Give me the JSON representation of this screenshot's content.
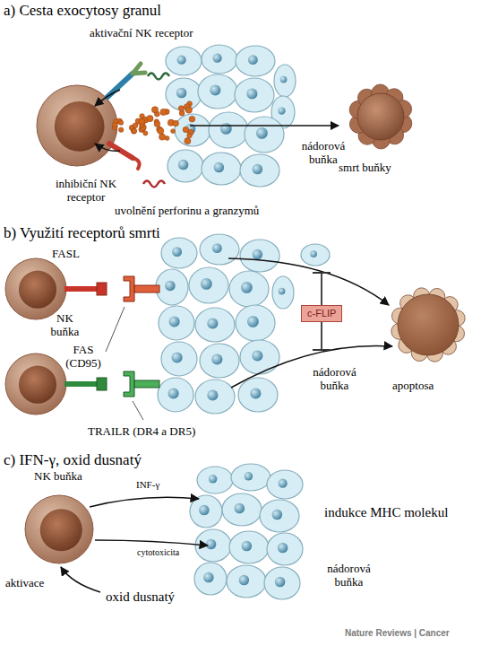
{
  "diagram": {
    "nodes": [
      {
        "text": [
          "c-FLIP"
        ]
      }
    ],
    "labels": [
      "a) Cesta exocytosy granul",
      "aktivační NK receptor",
      "inhibiční NK receptor",
      "uvolnění perforinu a granzymů",
      "nádorová buňka",
      "smrt buňky",
      "b) Využití receptorů smrti",
      "FASL",
      "NK buňka",
      "FAS (CD95)",
      "nádorová buňka",
      "apoptosa",
      "TRAILR (DR4 a DR5)",
      "c) IFN-γ, oxid dusnatý",
      "NK buňka",
      "INF-γ",
      "indukce MHC molekul",
      "cytotoxicita",
      "nádorová buňka",
      "aktivace",
      "oxid dusnatý",
      "Nature Reviews | Cancer"
    ]
  }
}
